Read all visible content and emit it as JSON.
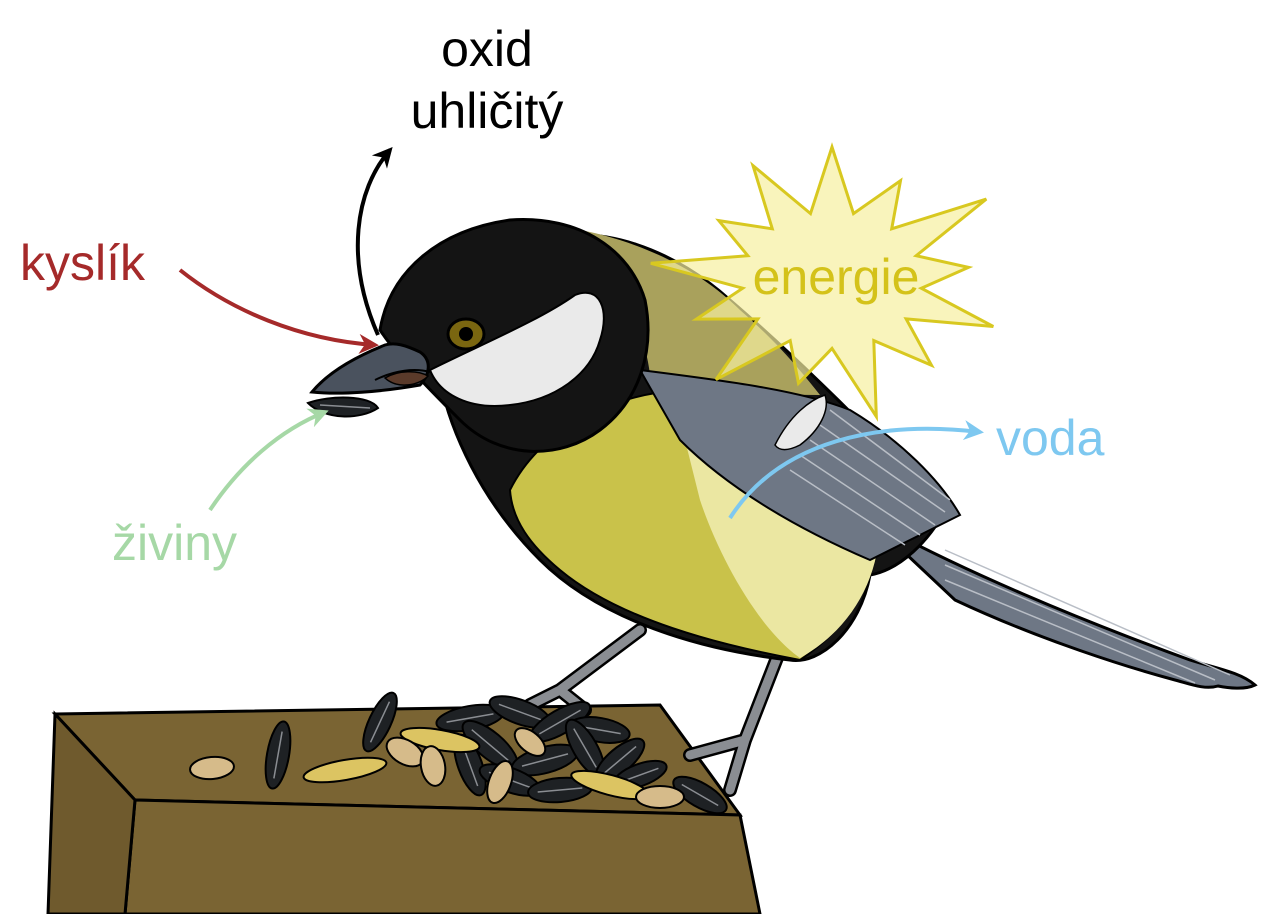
{
  "labels": {
    "co2_line1": "oxid",
    "co2_line2": "uhličitý",
    "oxygen": "kyslík",
    "energy": "energie",
    "water": "voda",
    "nutrients": "živiny"
  },
  "colors": {
    "co2": "#000000",
    "oxygen": "#a52a2a",
    "energy_text": "#d4c21a",
    "energy_fill": "#f7f0a0",
    "energy_stroke": "#d8c820",
    "water": "#7ec8f0",
    "nutrients": "#a6d8a6",
    "bird_black": "#141414",
    "bird_yellow": "#c9c24a",
    "bird_pale_yellow": "#ebe7a2",
    "bird_olive": "#a9a15c",
    "bird_grey": "#6e7785",
    "cheek_white": "#eaeaea",
    "post_brown": "#7a6433",
    "seed_black": "#1e2124",
    "seed_tan": "#d6bb8a",
    "seed_gold": "#dcc462",
    "leg_grey": "#8a8d92"
  },
  "icons": {
    "bird": "great-tit-bird-icon",
    "post": "wooden-post-icon",
    "seeds": "seed-pile-icon",
    "burst": "energy-burst-icon"
  }
}
